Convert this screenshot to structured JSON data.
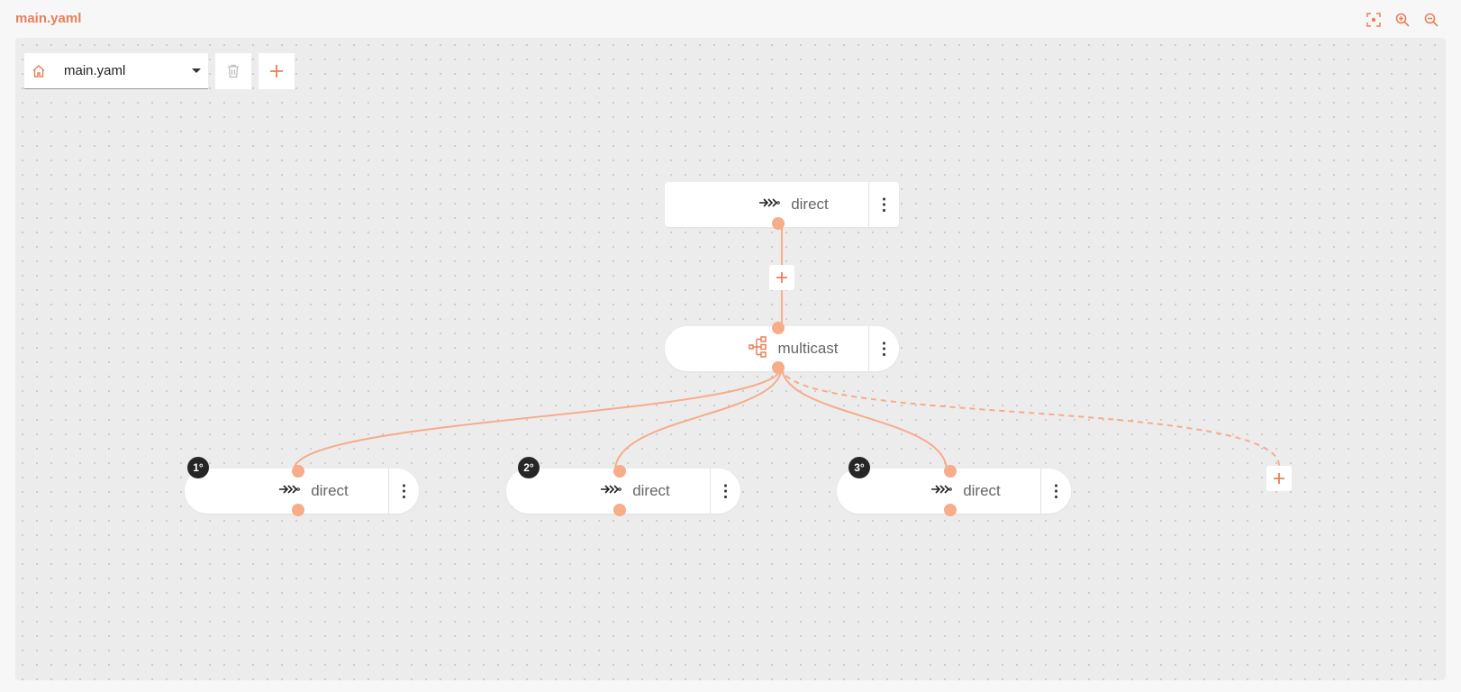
{
  "header": {
    "title": "main.yaml",
    "icons": [
      "fit-view-icon",
      "zoom-in-icon",
      "zoom-out-icon"
    ]
  },
  "toolbar": {
    "selected_file": "main.yaml",
    "icons": [
      "home-icon",
      "delete-icon",
      "add-icon"
    ]
  },
  "nodes": {
    "top": {
      "name": "direct",
      "icon": "direct-icon"
    },
    "multicast": {
      "name": "multicast",
      "icon": "multicast-icon"
    },
    "children": [
      {
        "badge": "1°",
        "name": "direct",
        "icon": "direct-icon"
      },
      {
        "badge": "2°",
        "name": "direct",
        "icon": "direct-icon"
      },
      {
        "badge": "3°",
        "name": "direct",
        "icon": "direct-icon"
      }
    ]
  },
  "colors": {
    "accent": "#e8805a",
    "edge": "#f7ac8a",
    "canvas": "#ececec",
    "badge": "#262626"
  }
}
